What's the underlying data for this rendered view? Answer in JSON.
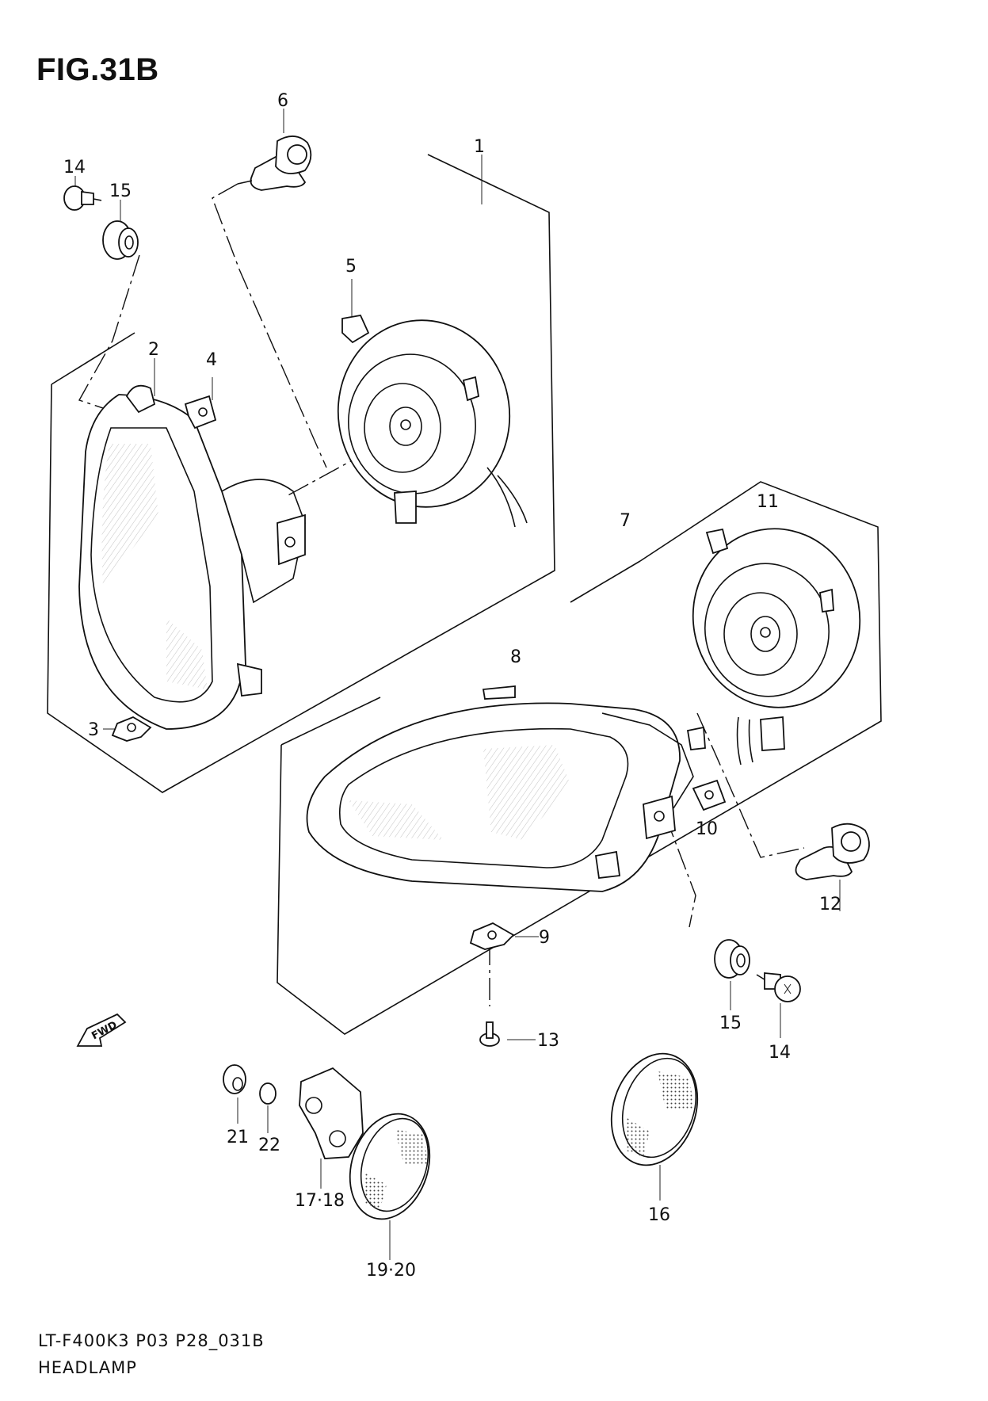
{
  "title": "FIG.31B",
  "footer": {
    "code": "LT-F400K3 P03 P28_031B",
    "name": "HEADLAMP"
  },
  "fwd_label": "FWD",
  "callouts": {
    "c1": "1",
    "c2": "2",
    "c3": "3",
    "c4": "4",
    "c5": "5",
    "c6": "6",
    "c7": "7",
    "c8": "8",
    "c9": "9",
    "c10": "10",
    "c11": "11",
    "c12": "12",
    "c13": "13",
    "c14a": "14",
    "c14b": "14",
    "c15a": "15",
    "c15b": "15",
    "c16": "16",
    "c17_18": "17·18",
    "c19_20": "19·20",
    "c21": "21",
    "c22": "22"
  }
}
